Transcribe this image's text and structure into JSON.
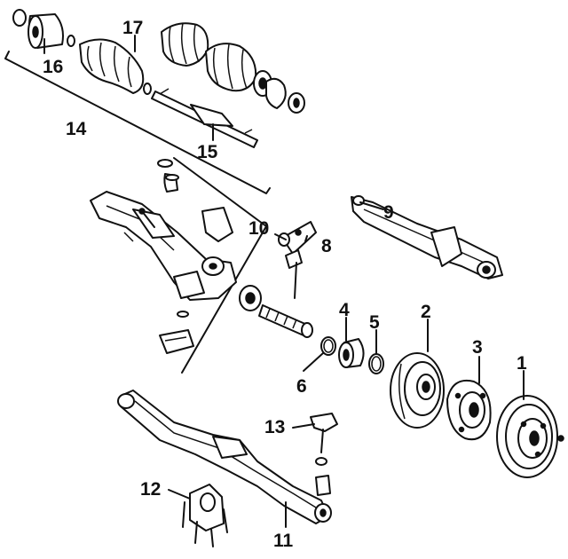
{
  "callouts": [
    {
      "id": "1",
      "label": "1"
    },
    {
      "id": "2",
      "label": "2"
    },
    {
      "id": "3",
      "label": "3"
    },
    {
      "id": "4",
      "label": "4"
    },
    {
      "id": "5",
      "label": "5"
    },
    {
      "id": "6",
      "label": "6"
    },
    {
      "id": "8",
      "label": "8"
    },
    {
      "id": "9",
      "label": "9"
    },
    {
      "id": "10",
      "label": "10"
    },
    {
      "id": "11",
      "label": "11"
    },
    {
      "id": "12",
      "label": "12"
    },
    {
      "id": "13",
      "label": "13"
    },
    {
      "id": "14",
      "label": "14"
    },
    {
      "id": "15",
      "label": "15"
    },
    {
      "id": "16",
      "label": "16"
    },
    {
      "id": "17",
      "label": "17"
    }
  ],
  "colors": {
    "ink": "#111111",
    "background": "#ffffff"
  }
}
